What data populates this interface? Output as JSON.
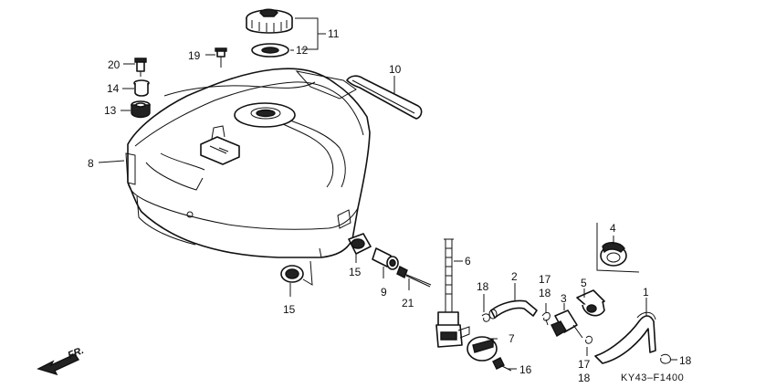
{
  "diagram": {
    "drawing_code": "KY43–F1400",
    "front_marker": "FR.",
    "callouts": [
      {
        "id": "c1",
        "text": "1"
      },
      {
        "id": "c2",
        "text": "2"
      },
      {
        "id": "c3",
        "text": "3"
      },
      {
        "id": "c4",
        "text": "4"
      },
      {
        "id": "c5",
        "text": "5"
      },
      {
        "id": "c6",
        "text": "6"
      },
      {
        "id": "c7",
        "text": "7"
      },
      {
        "id": "c8",
        "text": "8"
      },
      {
        "id": "c9",
        "text": "9"
      },
      {
        "id": "c10",
        "text": "10"
      },
      {
        "id": "c11",
        "text": "11"
      },
      {
        "id": "c12",
        "text": "12"
      },
      {
        "id": "c13",
        "text": "13"
      },
      {
        "id": "c14",
        "text": "14"
      },
      {
        "id": "c15a",
        "text": "15"
      },
      {
        "id": "c15b",
        "text": "15"
      },
      {
        "id": "c16",
        "text": "16"
      },
      {
        "id": "c17a",
        "text": "17"
      },
      {
        "id": "c17b",
        "text": "17"
      },
      {
        "id": "c18a",
        "text": "18"
      },
      {
        "id": "c18b",
        "text": "18"
      },
      {
        "id": "c18c",
        "text": "18"
      },
      {
        "id": "c18d",
        "text": "18"
      },
      {
        "id": "c19",
        "text": "19"
      },
      {
        "id": "c20",
        "text": "20"
      },
      {
        "id": "c21",
        "text": "21"
      }
    ]
  }
}
